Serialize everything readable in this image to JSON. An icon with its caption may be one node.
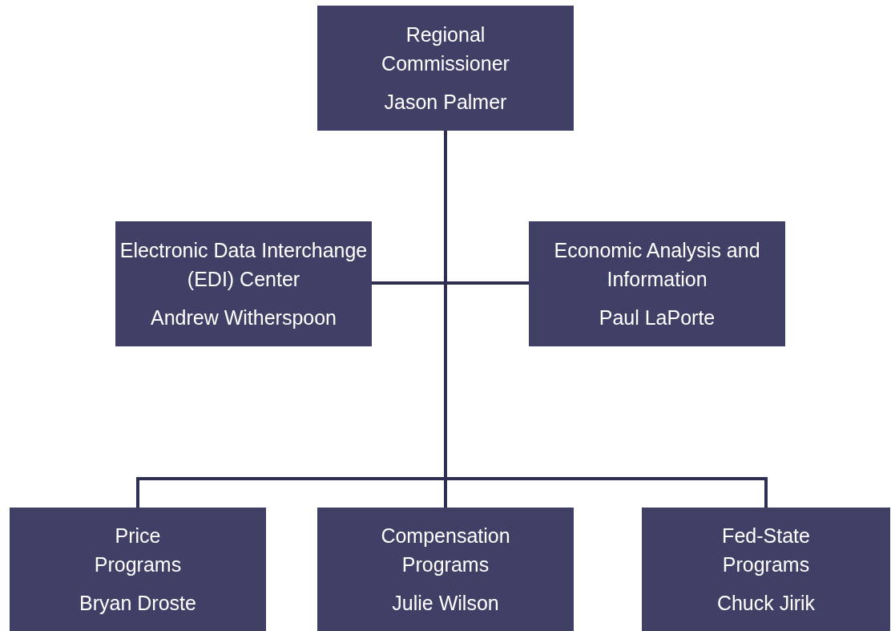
{
  "diagram": {
    "nodes": [
      {
        "text": [
          "Regional Commissioner",
          "Jason Palmer"
        ]
      },
      {
        "text": [
          "Electronic Data Interchange (EDI) Center",
          "Andrew Witherspoon"
        ]
      },
      {
        "text": [
          "Economic Analysis and Information",
          "Paul LaPorte"
        ]
      },
      {
        "text": [
          "Price Programs",
          "Bryan Droste"
        ]
      },
      {
        "text": [
          "Compensation Programs",
          "Julie Wilson"
        ]
      },
      {
        "text": [
          "Fed-State Programs",
          "Chuck Jirik"
        ]
      }
    ],
    "edges": [
      {
        "from": 0,
        "to": 1,
        "arrow": "none"
      },
      {
        "from": 0,
        "to": 2,
        "arrow": "none"
      },
      {
        "from": 0,
        "to": 3,
        "arrow": "none"
      },
      {
        "from": 0,
        "to": 4,
        "arrow": "none"
      },
      {
        "from": 0,
        "to": 5,
        "arrow": "none"
      }
    ]
  }
}
